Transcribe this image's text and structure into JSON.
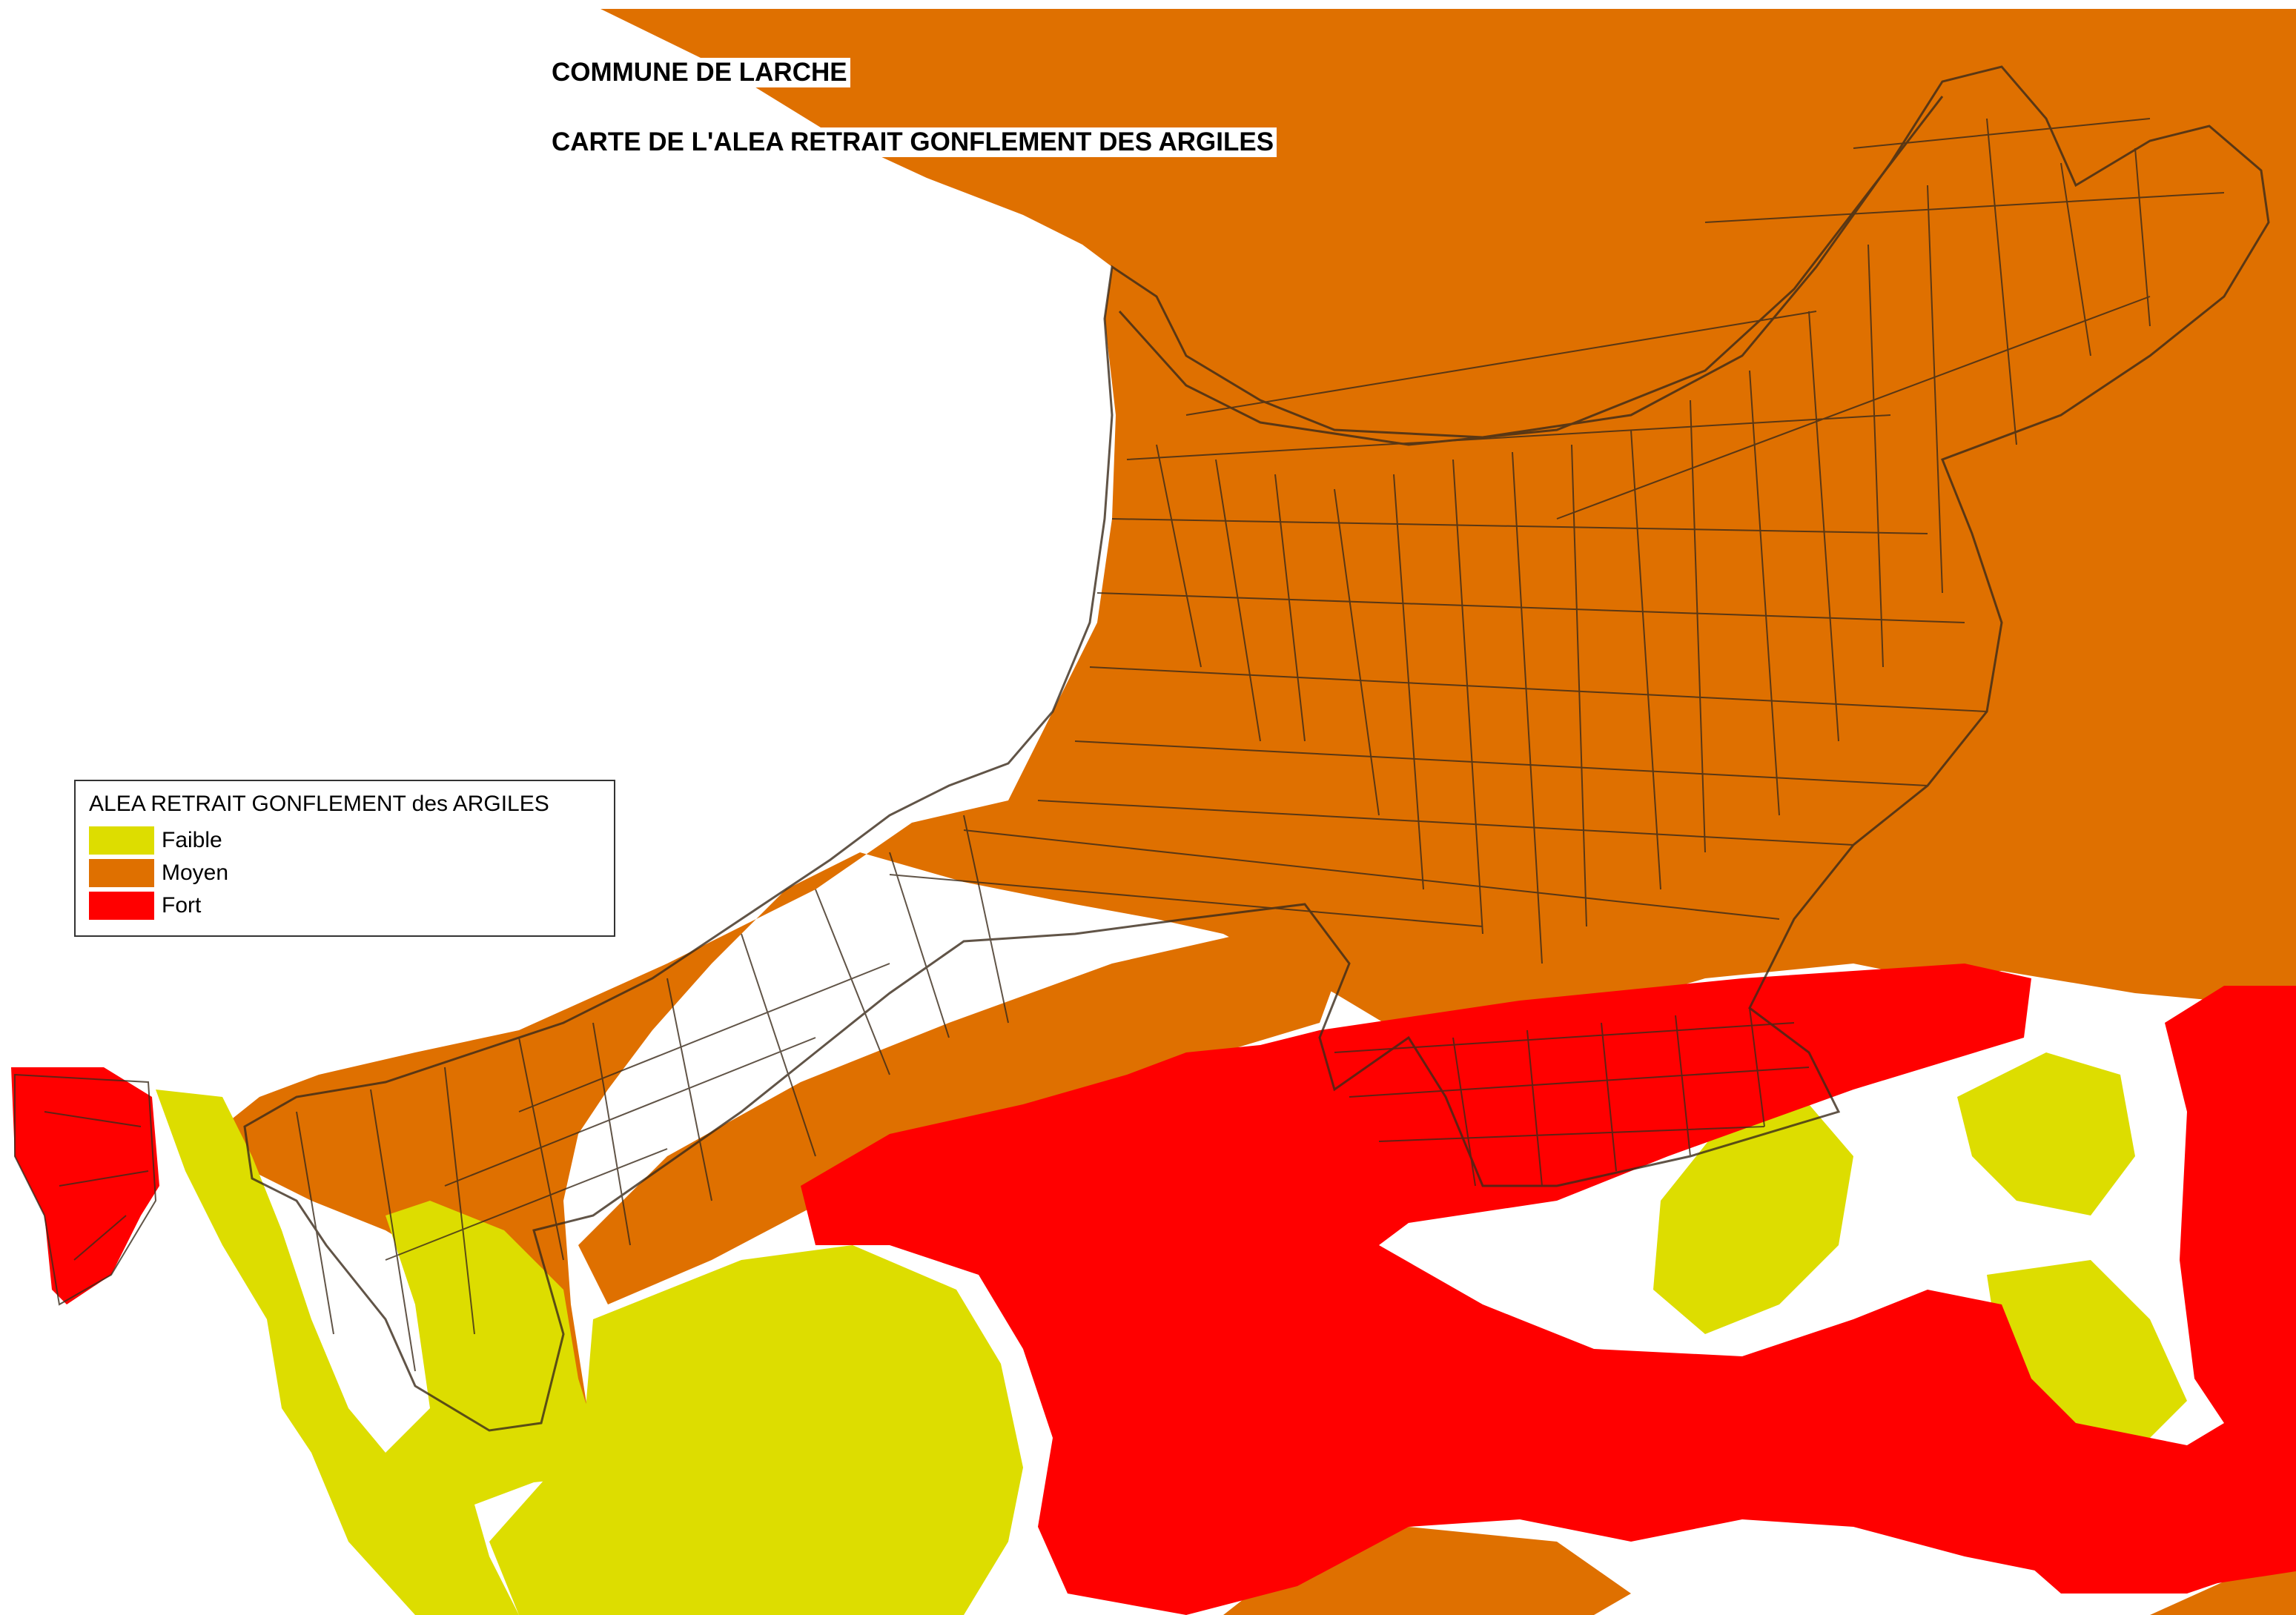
{
  "titles": {
    "commune": "COMMUNE DE LARCHE",
    "map": "CARTE DE L'ALEA RETRAIT GONFLEMENT DES ARGILES"
  },
  "legend": {
    "title": "ALEA RETRAIT GONFLEMENT des ARGILES",
    "items": [
      {
        "label": "Faible",
        "color": "#dddd00"
      },
      {
        "label": "Moyen",
        "color": "#df7000"
      },
      {
        "label": "Fort",
        "color": "#ff0000"
      }
    ]
  },
  "colors": {
    "background": "#ffffff",
    "parcel_lines": "#3a2a1a"
  }
}
